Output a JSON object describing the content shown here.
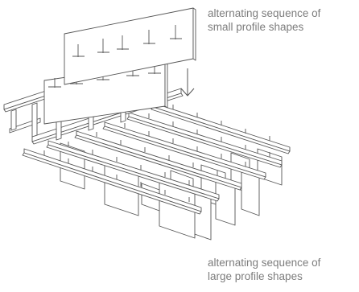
{
  "labels": {
    "top": {
      "line1": "alternating sequence of",
      "line2": "small profile shapes"
    },
    "bottom": {
      "line1": "alternating sequence of",
      "line2": "large profile shapes"
    }
  },
  "colors": {
    "stroke": "#555555",
    "fill": "#ffffff",
    "text": "#7d7d7d"
  }
}
